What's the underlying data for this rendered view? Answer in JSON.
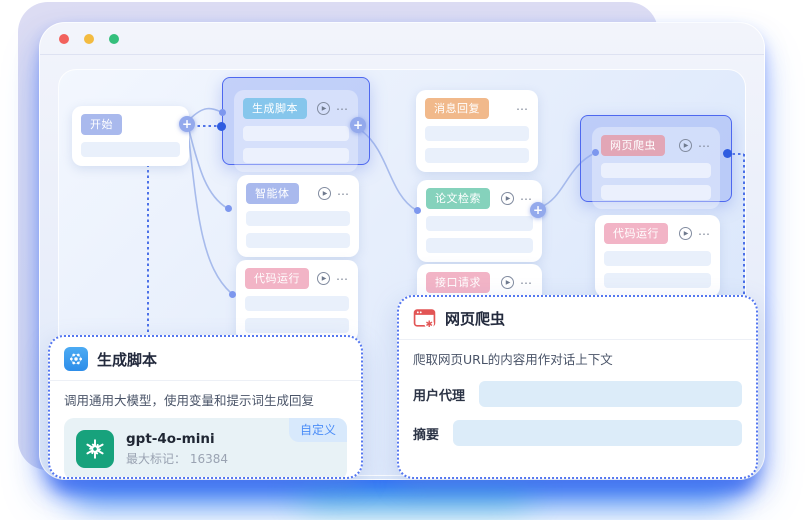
{
  "window": {
    "traffic_lights": {
      "close": "#f2615c",
      "minimize": "#f3bb40",
      "maximize": "#34bf7c"
    }
  },
  "canvas": {
    "nodes": [
      {
        "label": "开始",
        "color": "blue",
        "selected": false
      },
      {
        "label": "生成脚本",
        "color": "cyan",
        "selected": true
      },
      {
        "label": "消息回复",
        "color": "orange",
        "selected": false
      },
      {
        "label": "网页爬虫",
        "color": "rose",
        "selected": true
      },
      {
        "label": "智能体",
        "color": "blue",
        "selected": false
      },
      {
        "label": "论文检索",
        "color": "teal",
        "selected": false
      },
      {
        "label": "代码运行",
        "color": "pink",
        "selected": false
      },
      {
        "label": "代码运行",
        "color": "pink",
        "selected": false
      },
      {
        "label": "接口请求",
        "color": "pink",
        "selected": false
      }
    ],
    "icons": {
      "play": "▶",
      "menu": "⋯",
      "plus": "+"
    }
  },
  "panels": {
    "script": {
      "title": "生成脚本",
      "description": "调用通用大模型，使用变量和提示词生成回复",
      "model_name": "gpt-4o-mini",
      "model_meta": "最大标记： 16384",
      "badge": "自定义",
      "accent_color": "#17a27c"
    },
    "crawler": {
      "title": "网页爬虫",
      "description": "爬取网页URL的内容用作对话上下文",
      "fields": [
        {
          "label": "用户代理",
          "value": ""
        },
        {
          "label": "摘要",
          "value": ""
        }
      ]
    }
  },
  "colors": {
    "selection_border": "#4e68ef",
    "wire": "#a7bbec",
    "dotted_link": "#3b63e6",
    "glow_blue": "#2e63ff",
    "glow_teal": "#14c6c4"
  }
}
